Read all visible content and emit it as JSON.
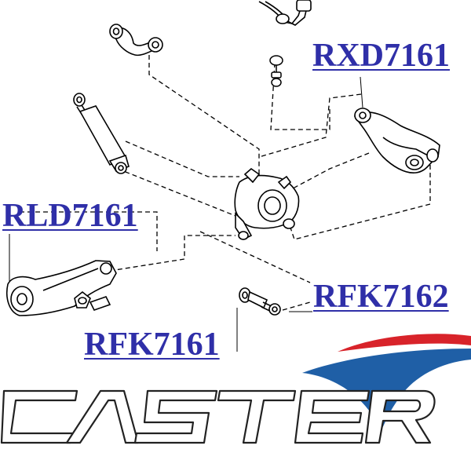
{
  "labels": {
    "rxd": "RXD7161",
    "rld": "RLD7161",
    "rfk2": "RFK7162",
    "rfk1": "RFK7161"
  },
  "brand": {
    "name": "CASTER",
    "colors": {
      "swoosh_red": "#d8232a",
      "swoosh_blue": "#1f5fa6",
      "wordmark_outline": "#222222",
      "label_text": "#2f2fa8"
    }
  }
}
